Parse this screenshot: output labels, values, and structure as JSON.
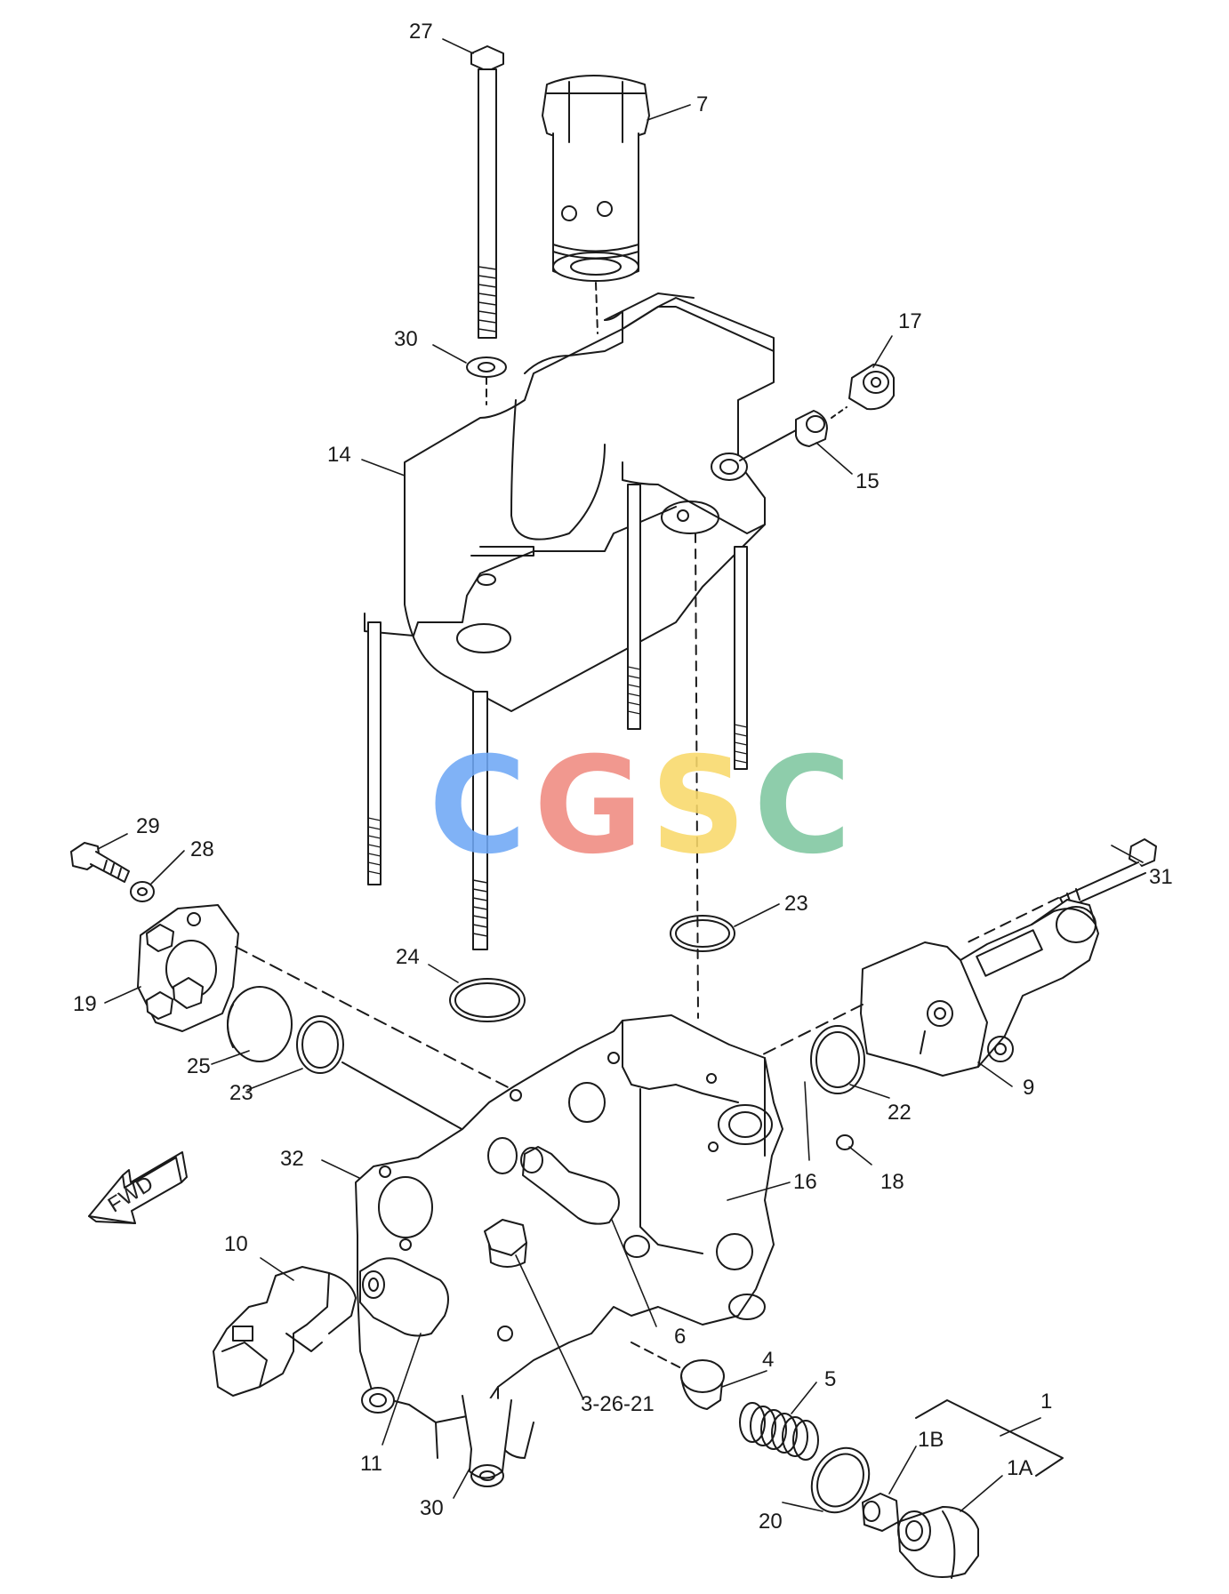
{
  "labels": {
    "p27": "27",
    "p7": "7",
    "p17": "17",
    "p30_top": "30",
    "p14": "14",
    "p15": "15",
    "p29": "29",
    "p28": "28",
    "p31": "31",
    "p23_right": "23",
    "p24": "24",
    "p19": "19",
    "p25": "25",
    "p23_left": "23",
    "p22": "22",
    "p9": "9",
    "p32": "32",
    "p16": "16",
    "p18": "18",
    "p10": "10",
    "p6": "6",
    "p4": "4",
    "p5": "5",
    "p3_26_21": "3-26-21",
    "p1": "1",
    "p11": "11",
    "p1B": "1B",
    "p1A": "1A",
    "p30_bottom": "30",
    "p20": "20"
  },
  "watermark": {
    "letters": [
      "C",
      "G",
      "S",
      "C"
    ],
    "colors": [
      "#6fa8f5",
      "#f08a80",
      "#f9d96a",
      "#7fc7a0"
    ]
  },
  "direction_badge": {
    "text": "FWD"
  },
  "colors": {
    "line": "#1a1a1a",
    "background": "#ffffff"
  }
}
